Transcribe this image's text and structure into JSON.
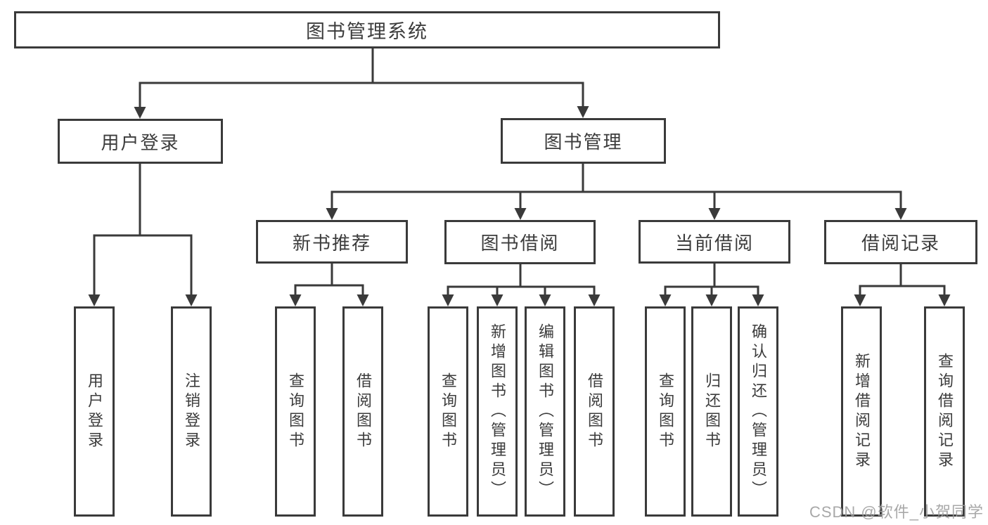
{
  "diagram": {
    "type": "hierarchy-tree",
    "watermark": "CSDN @软件_小贺同学",
    "colors": {
      "line": "#3a3a3a",
      "box_border": "#3a3a3a",
      "box_background": "#ffffff",
      "text": "#3c3c3c",
      "watermark_text": "#9e9e9e"
    },
    "nodes": {
      "root": {
        "label": "图书管理系统"
      },
      "user_login": {
        "label": "用户登录"
      },
      "book_mgmt": {
        "label": "图书管理"
      },
      "new_book_rec": {
        "label": "新书推荐"
      },
      "book_borrow": {
        "label": "图书借阅"
      },
      "current_borrow": {
        "label": "当前借阅"
      },
      "borrow_record": {
        "label": "借阅记录"
      },
      "leaf_user_login": {
        "label": "用户登录"
      },
      "leaf_logout": {
        "label": "注销登录"
      },
      "leaf_query_book_1": {
        "label": "查询图书"
      },
      "leaf_borrow_book_1": {
        "label": "借阅图书"
      },
      "leaf_query_book_2": {
        "label": "查询图书"
      },
      "leaf_add_book": {
        "label": "新增图书（管理员）"
      },
      "leaf_edit_book": {
        "label": "编辑图书（管理员）"
      },
      "leaf_borrow_book_2": {
        "label": "借阅图书"
      },
      "leaf_query_book_3": {
        "label": "查询图书"
      },
      "leaf_return_book": {
        "label": "归还图书"
      },
      "leaf_confirm_return": {
        "label": "确认归还（管理员）"
      },
      "leaf_add_record": {
        "label": "新增借阅记录"
      },
      "leaf_query_record": {
        "label": "查询借阅记录"
      }
    },
    "edges": [
      [
        "root",
        "user_login"
      ],
      [
        "root",
        "book_mgmt"
      ],
      [
        "user_login",
        "leaf_user_login"
      ],
      [
        "user_login",
        "leaf_logout"
      ],
      [
        "book_mgmt",
        "new_book_rec"
      ],
      [
        "book_mgmt",
        "book_borrow"
      ],
      [
        "book_mgmt",
        "current_borrow"
      ],
      [
        "book_mgmt",
        "borrow_record"
      ],
      [
        "new_book_rec",
        "leaf_query_book_1"
      ],
      [
        "new_book_rec",
        "leaf_borrow_book_1"
      ],
      [
        "book_borrow",
        "leaf_query_book_2"
      ],
      [
        "book_borrow",
        "leaf_add_book"
      ],
      [
        "book_borrow",
        "leaf_edit_book"
      ],
      [
        "book_borrow",
        "leaf_borrow_book_2"
      ],
      [
        "current_borrow",
        "leaf_query_book_3"
      ],
      [
        "current_borrow",
        "leaf_return_book"
      ],
      [
        "current_borrow",
        "leaf_confirm_return"
      ],
      [
        "borrow_record",
        "leaf_add_record"
      ],
      [
        "borrow_record",
        "leaf_query_record"
      ]
    ]
  }
}
